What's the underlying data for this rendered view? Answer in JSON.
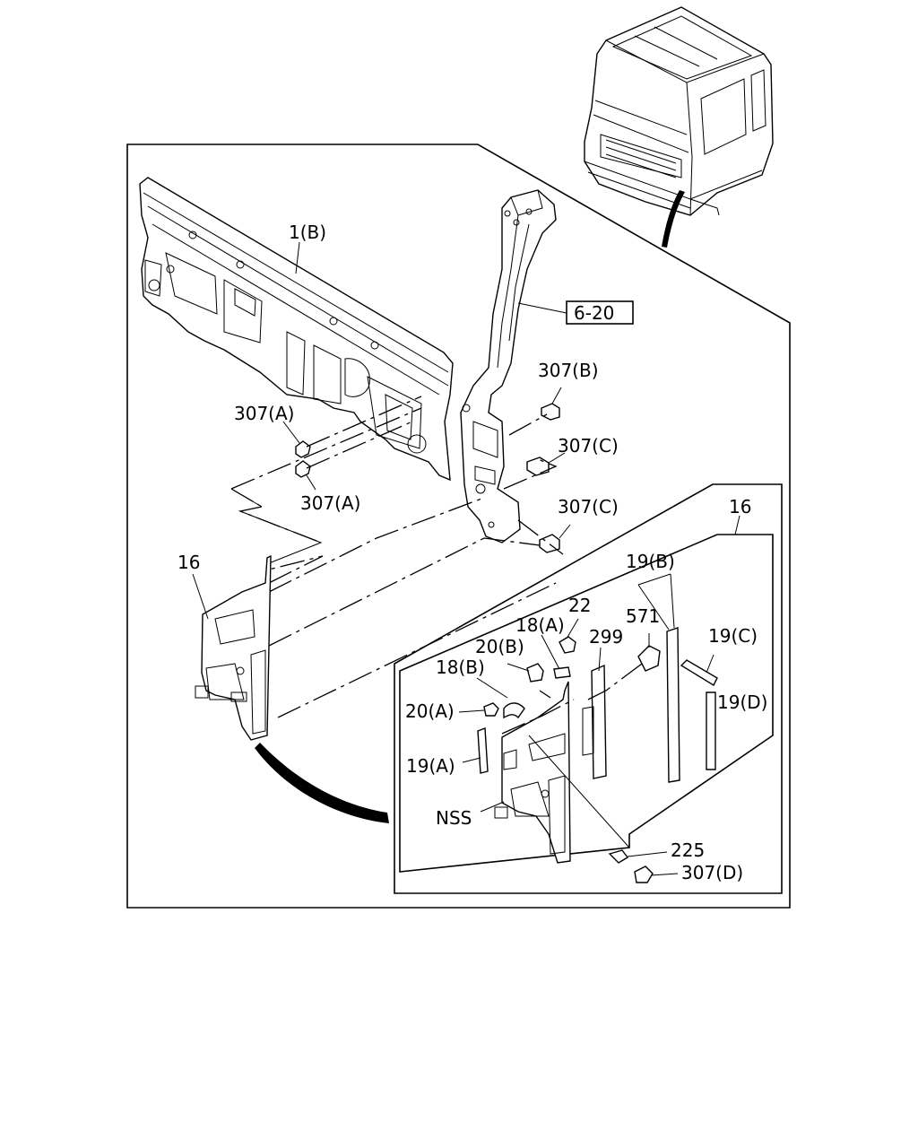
{
  "callouts": {
    "panel": "1(B)",
    "ref_box": "6-20",
    "clip_b": "307(B)",
    "clip_a_top": "307(A)",
    "clip_a_bottom": "307(A)",
    "clip_c_top": "307(C)",
    "clip_c_bottom": "307(C)",
    "trim_left": "16",
    "trim_detail": "16",
    "p19b": "19(B)",
    "p22": "22",
    "p18a": "18(A)",
    "p571": "571",
    "p20b": "20(B)",
    "p299": "299",
    "p19c": "19(C)",
    "p18b": "18(B)",
    "p19d": "19(D)",
    "p20a": "20(A)",
    "p19a": "19(A)",
    "nss": "NSS",
    "p225": "225",
    "p307d": "307(D)"
  }
}
